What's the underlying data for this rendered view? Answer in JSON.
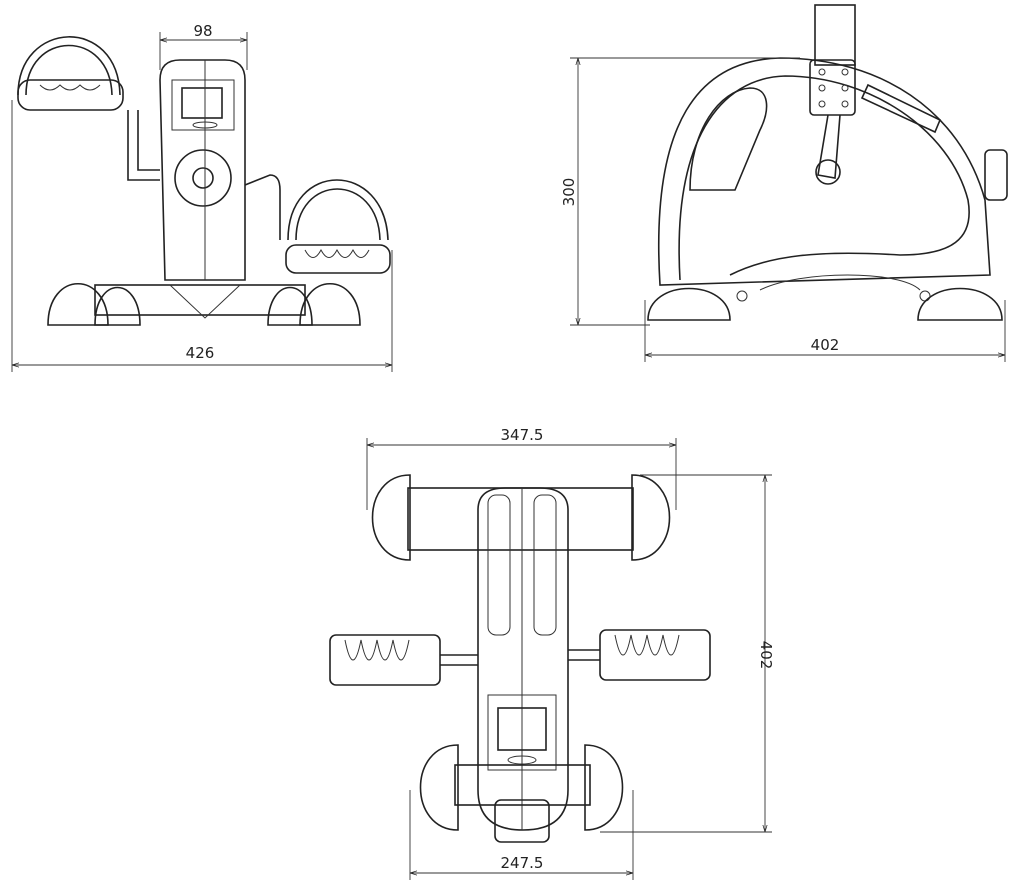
{
  "title": "Mini pedal exerciser dimension drawing",
  "views": {
    "front": {
      "width_top": "98",
      "width_bottom": "426"
    },
    "side": {
      "height": "300",
      "length": "402"
    },
    "top": {
      "width_top": "347.5",
      "length": "402",
      "width_bottom": "247.5"
    }
  },
  "colors": {
    "line": "#222222",
    "background": "#ffffff"
  }
}
